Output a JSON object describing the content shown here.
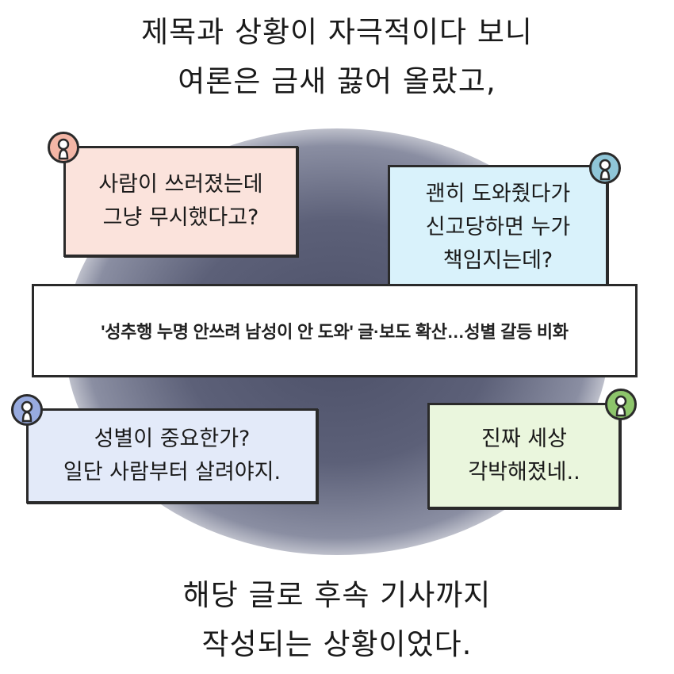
{
  "top_caption": {
    "line1": "제목과 상황이 자극적이다 보니",
    "line2": "여론은 금새 끓어 올랐고,"
  },
  "headline": "'성추행 누명 안쓰려 남성이 안 도와' 글·보도 확산…성별 갈등 비화",
  "comments": [
    {
      "lines": [
        "사람이 쓰러졌는데",
        "그냥 무시했다고?"
      ],
      "avatar_color": "#f3b6a6",
      "box_color": "#fbe3dc"
    },
    {
      "lines": [
        "괜히 도와줬다가",
        "신고당하면 누가",
        "책임지는데?"
      ],
      "avatar_color": "#8fc6d8",
      "box_color": "#d9f2fb"
    },
    {
      "lines": [
        "성별이 중요한가?",
        "일단 사람부터 살려야지."
      ],
      "avatar_color": "#98abdf",
      "box_color": "#e3eaf9"
    },
    {
      "lines": [
        "진짜 세상",
        "각박해졌네.."
      ],
      "avatar_color": "#8dc56b",
      "box_color": "#eaf6dd"
    }
  ],
  "bottom_caption": {
    "line1": "해당 글로 후속 기사까지",
    "line2": "작성되는 상황이었다."
  },
  "icons": {
    "avatar": "user-avatar-icon"
  }
}
